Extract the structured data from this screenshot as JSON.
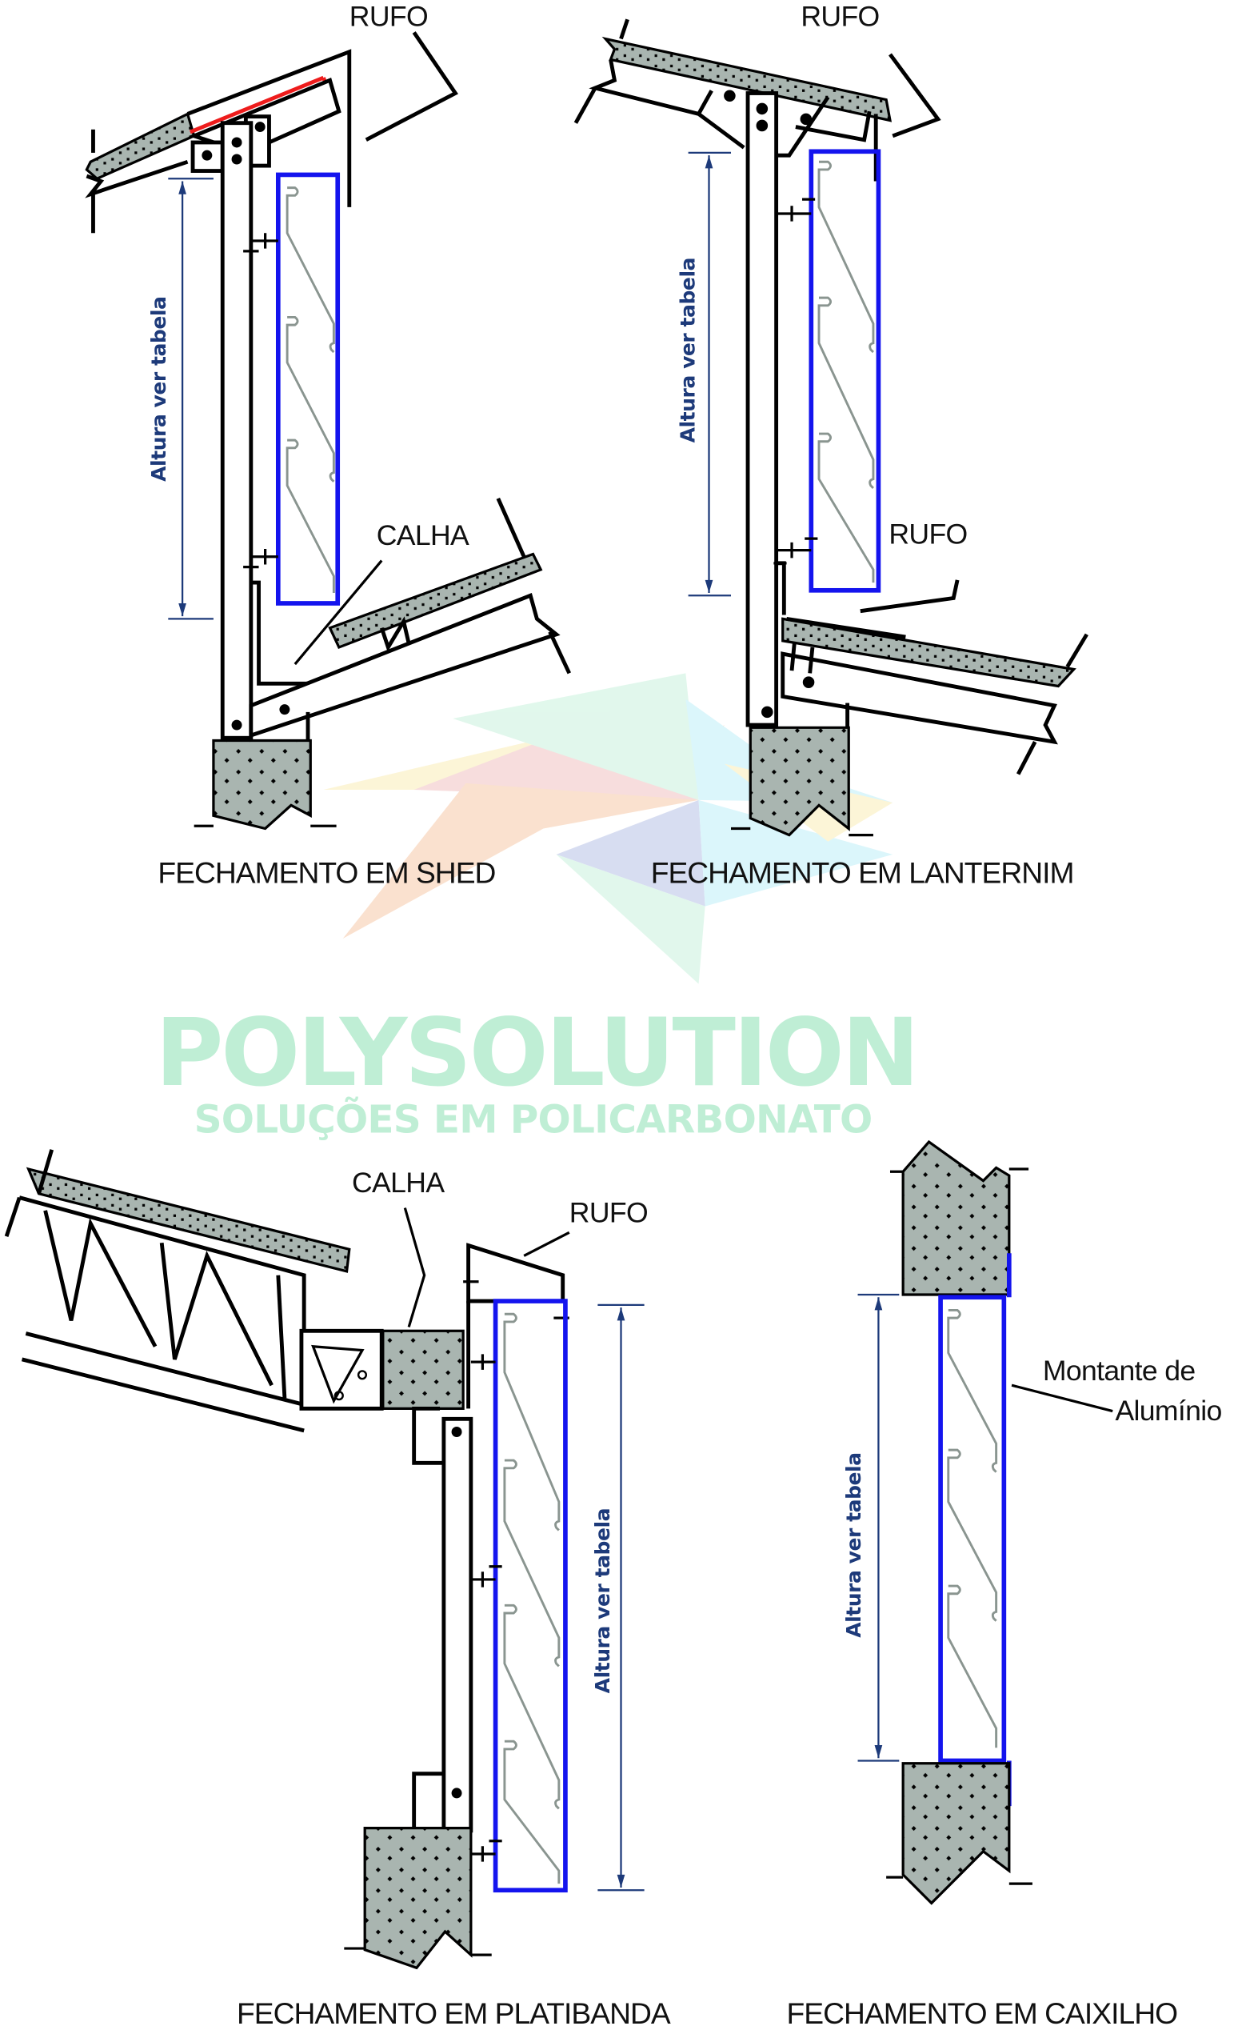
{
  "watermark": {
    "brand": "POLYSOLUTION",
    "tagline": "SOLUÇÕES EM POLICARBONATO",
    "logo_colors": [
      "#f6c9a8",
      "#f2c2c2",
      "#fbeeb8",
      "#c9f2dd",
      "#bfeff8",
      "#b8c2e6"
    ]
  },
  "colors": {
    "panel_frame": "#1414ee",
    "dimension": "#1d3a7a",
    "flashing_highlight": "#ee1c1c",
    "concrete": "#a9b5b0",
    "profile": "#8a9590"
  },
  "diagrams": [
    {
      "id": "shed",
      "caption": "FECHAMENTO EM SHED",
      "callouts": [
        "RUFO",
        "CALHA"
      ],
      "dimension_label": "Altura ver tabela"
    },
    {
      "id": "lanternim",
      "caption": "FECHAMENTO EM LANTERNIM",
      "callouts": [
        "RUFO",
        "RUFO"
      ],
      "dimension_label": "Altura ver tabela"
    },
    {
      "id": "platibanda",
      "caption": "FECHAMENTO EM PLATIBANDA",
      "callouts": [
        "CALHA",
        "RUFO"
      ],
      "dimension_label": "Altura ver tabela"
    },
    {
      "id": "caixilho",
      "caption": "FECHAMENTO EM CAIXILHO",
      "callouts": [
        "Montante de",
        "Alumínio"
      ],
      "dimension_label": "Altura ver tabela"
    }
  ]
}
